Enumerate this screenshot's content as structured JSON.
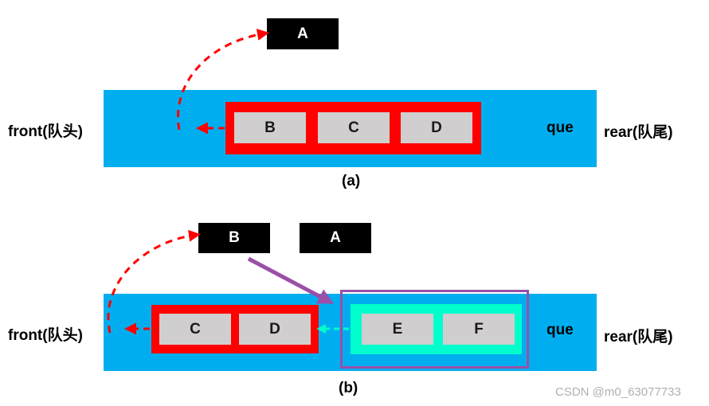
{
  "colors": {
    "queue_bar": "#00AEEF",
    "red_frame": "#FF0000",
    "cyan_frame": "#00FFCC",
    "purple": "#9B4FA8",
    "cell": "#D0CECE",
    "label_box": "#000000"
  },
  "diagram_a": {
    "caption": "(a)",
    "front_label": "front(队头)",
    "rear_label": "rear(队尾)",
    "queue_label": "que",
    "dequeued": [
      "A"
    ],
    "queue_cells": [
      "B",
      "C",
      "D"
    ]
  },
  "diagram_b": {
    "caption": "(b)",
    "front_label": "front(队头)",
    "rear_label": "rear(队尾)",
    "queue_label": "que",
    "dequeued": [
      "B",
      "A"
    ],
    "queue_cells": [
      "C",
      "D"
    ],
    "new_cells": [
      "E",
      "F"
    ]
  },
  "watermark": "CSDN @m0_63077733"
}
